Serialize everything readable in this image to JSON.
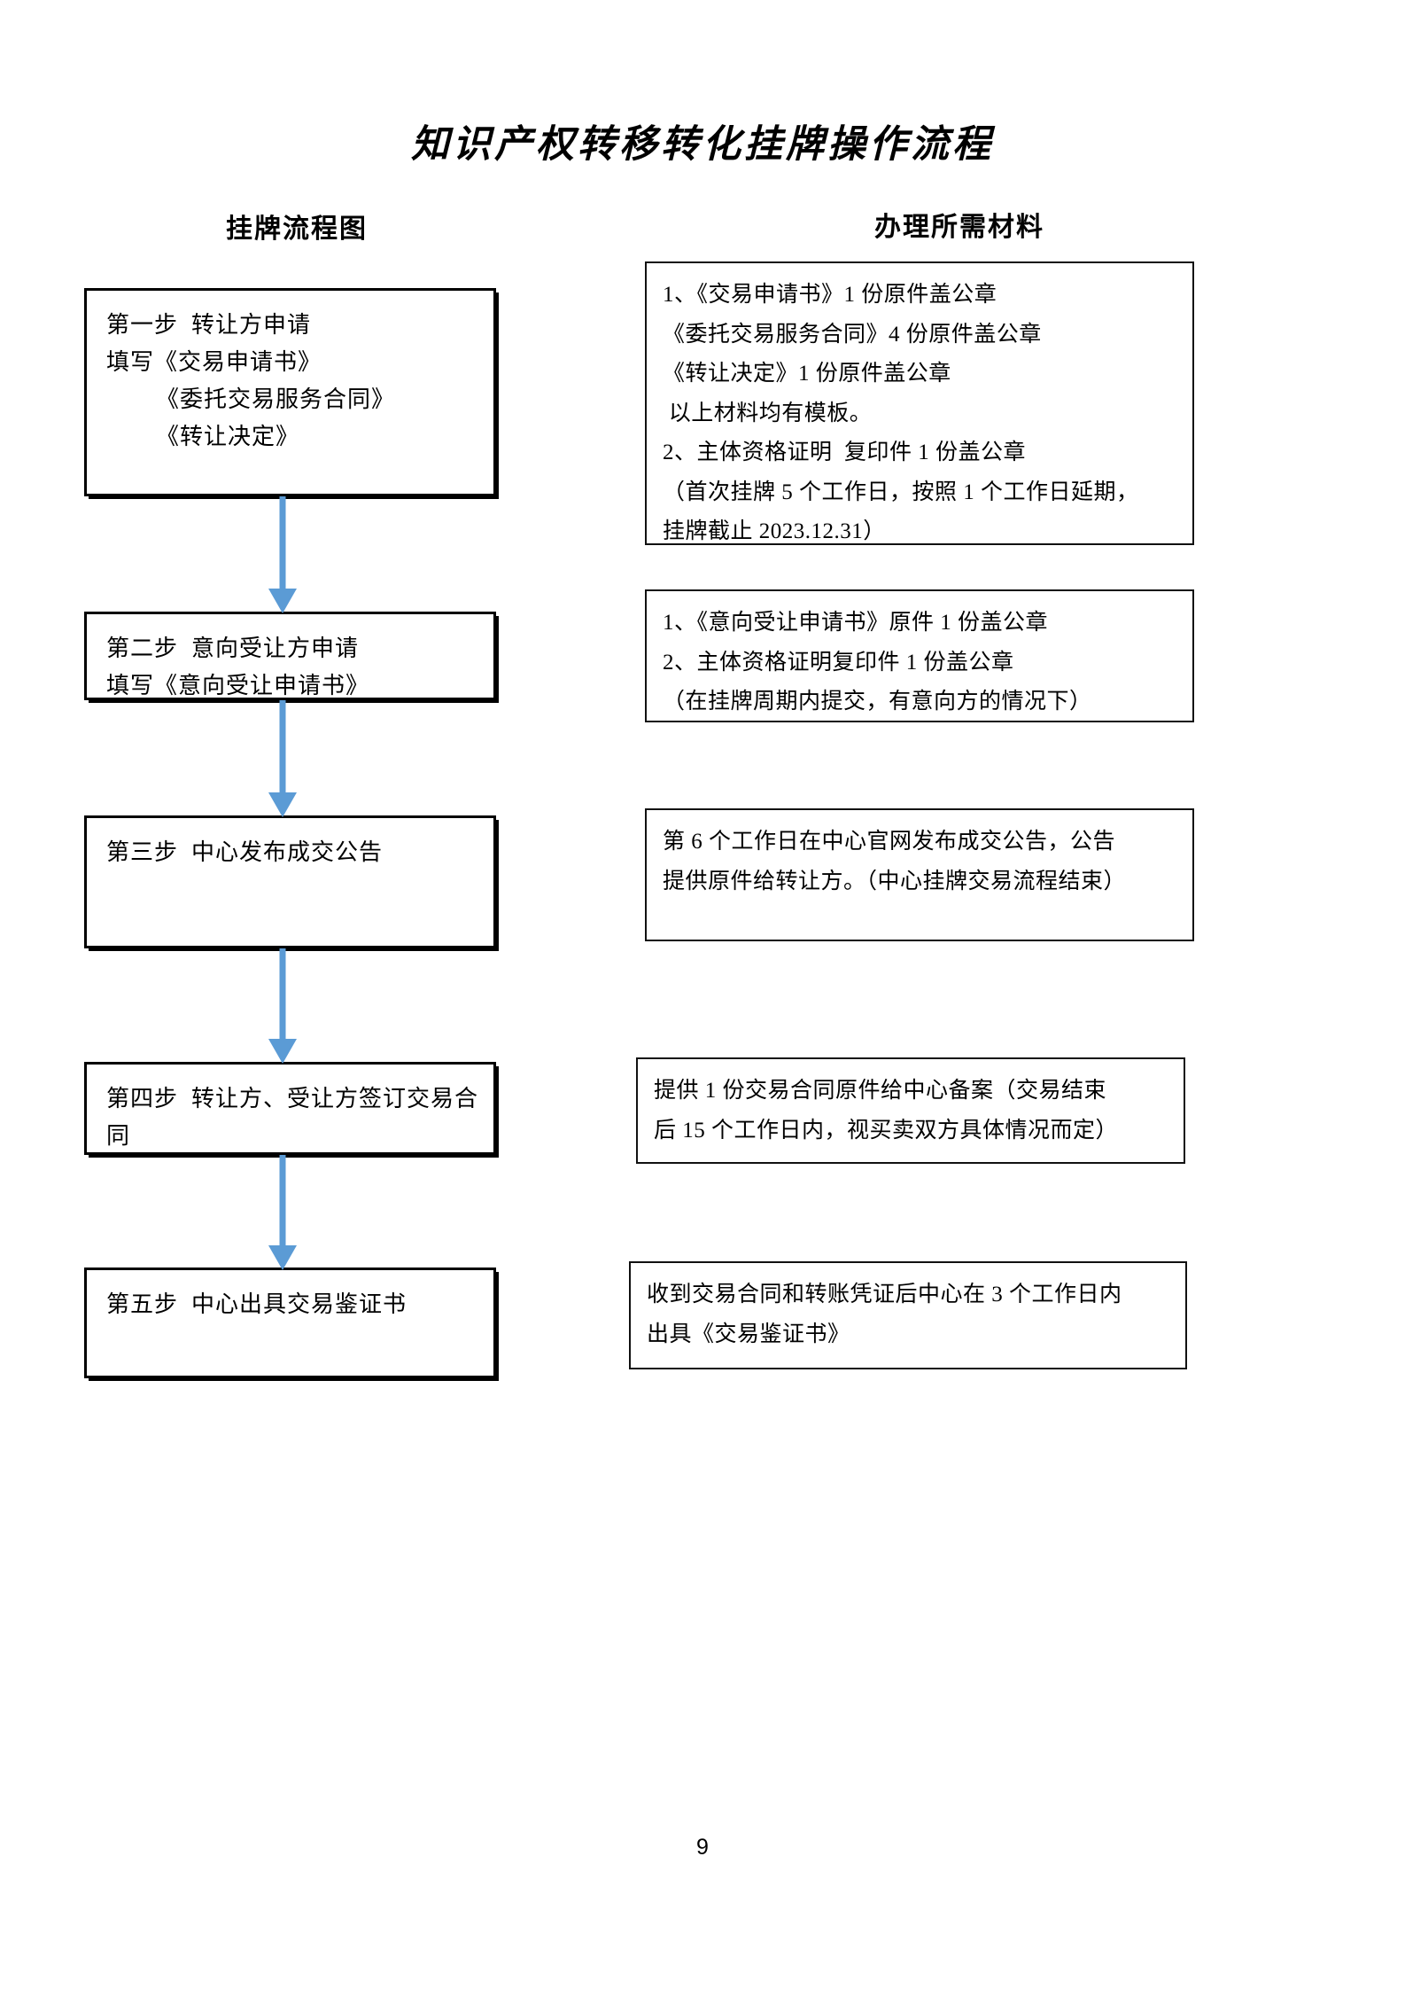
{
  "document": {
    "title": "知识产权转移转化挂牌操作流程",
    "page_number": "9"
  },
  "columns": {
    "left_heading": "挂牌流程图",
    "right_heading": "办理所需材料"
  },
  "theme": {
    "arrow_color": "#5B9BD5",
    "box_border_color": "#000000",
    "text_color": "#000000",
    "background": "#FFFFFF"
  },
  "flow_steps": [
    {
      "id": "step-1",
      "lines": [
        "第一步  转让方申请",
        "填写《交易申请书》",
        "《委托交易服务合同》",
        "《转让决定》"
      ]
    },
    {
      "id": "step-2",
      "lines": [
        "第二步  意向受让方申请",
        "填写《意向受让申请书》"
      ]
    },
    {
      "id": "step-3",
      "lines": [
        "第三步  中心发布成交公告"
      ]
    },
    {
      "id": "step-4",
      "lines": [
        "第四步  转让方、受让方签订交易合",
        "同"
      ]
    },
    {
      "id": "step-5",
      "lines": [
        "第五步  中心出具交易鉴证书"
      ]
    }
  ],
  "materials": [
    {
      "id": "material-1",
      "lines": [
        "1、《交易申请书》1 份原件盖公章",
        "《委托交易服务合同》4 份原件盖公章",
        "《转让决定》1 份原件盖公章",
        " 以上材料均有模板。",
        "2、主体资格证明  复印件 1 份盖公章",
        "（首次挂牌 5 个工作日，按照 1 个工作日延期，",
        "挂牌截止 2023.12.31）"
      ]
    },
    {
      "id": "material-2",
      "lines": [
        "1、《意向受让申请书》原件 1 份盖公章",
        "2、主体资格证明复印件 1 份盖公章",
        "（在挂牌周期内提交，有意向方的情况下）"
      ]
    },
    {
      "id": "material-3",
      "lines": [
        "第 6 个工作日在中心官网发布成交公告，公告",
        "提供原件给转让方。（中心挂牌交易流程结束）"
      ]
    },
    {
      "id": "material-4",
      "lines": [
        "提供 1 份交易合同原件给中心备案（交易结束",
        "后 15 个工作日内，视买卖双方具体情况而定）"
      ]
    },
    {
      "id": "material-5",
      "lines": [
        "收到交易合同和转账凭证后中心在 3 个工作日内",
        "出具《交易鉴证书》"
      ]
    }
  ],
  "connectors": [
    {
      "id": "arrow-1-2",
      "from": "step-1",
      "to": "step-2"
    },
    {
      "id": "arrow-2-3",
      "from": "step-2",
      "to": "step-3"
    },
    {
      "id": "arrow-3-4",
      "from": "step-3",
      "to": "step-4"
    },
    {
      "id": "arrow-4-5",
      "from": "step-4",
      "to": "step-5"
    }
  ]
}
